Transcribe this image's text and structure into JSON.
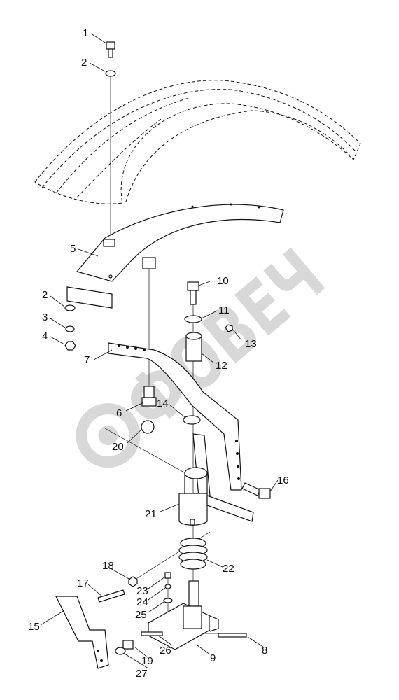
{
  "watermark": {
    "text": "ФОВЕЧ",
    "color": "#d8d8d8"
  },
  "callouts": [
    "1",
    "2",
    "5",
    "2",
    "3",
    "4",
    "10",
    "11",
    "13",
    "7",
    "12",
    "6",
    "14",
    "20",
    "16",
    "21",
    "22",
    "18",
    "17",
    "23",
    "24",
    "25",
    "15",
    "26",
    "9",
    "8",
    "19",
    "27"
  ]
}
